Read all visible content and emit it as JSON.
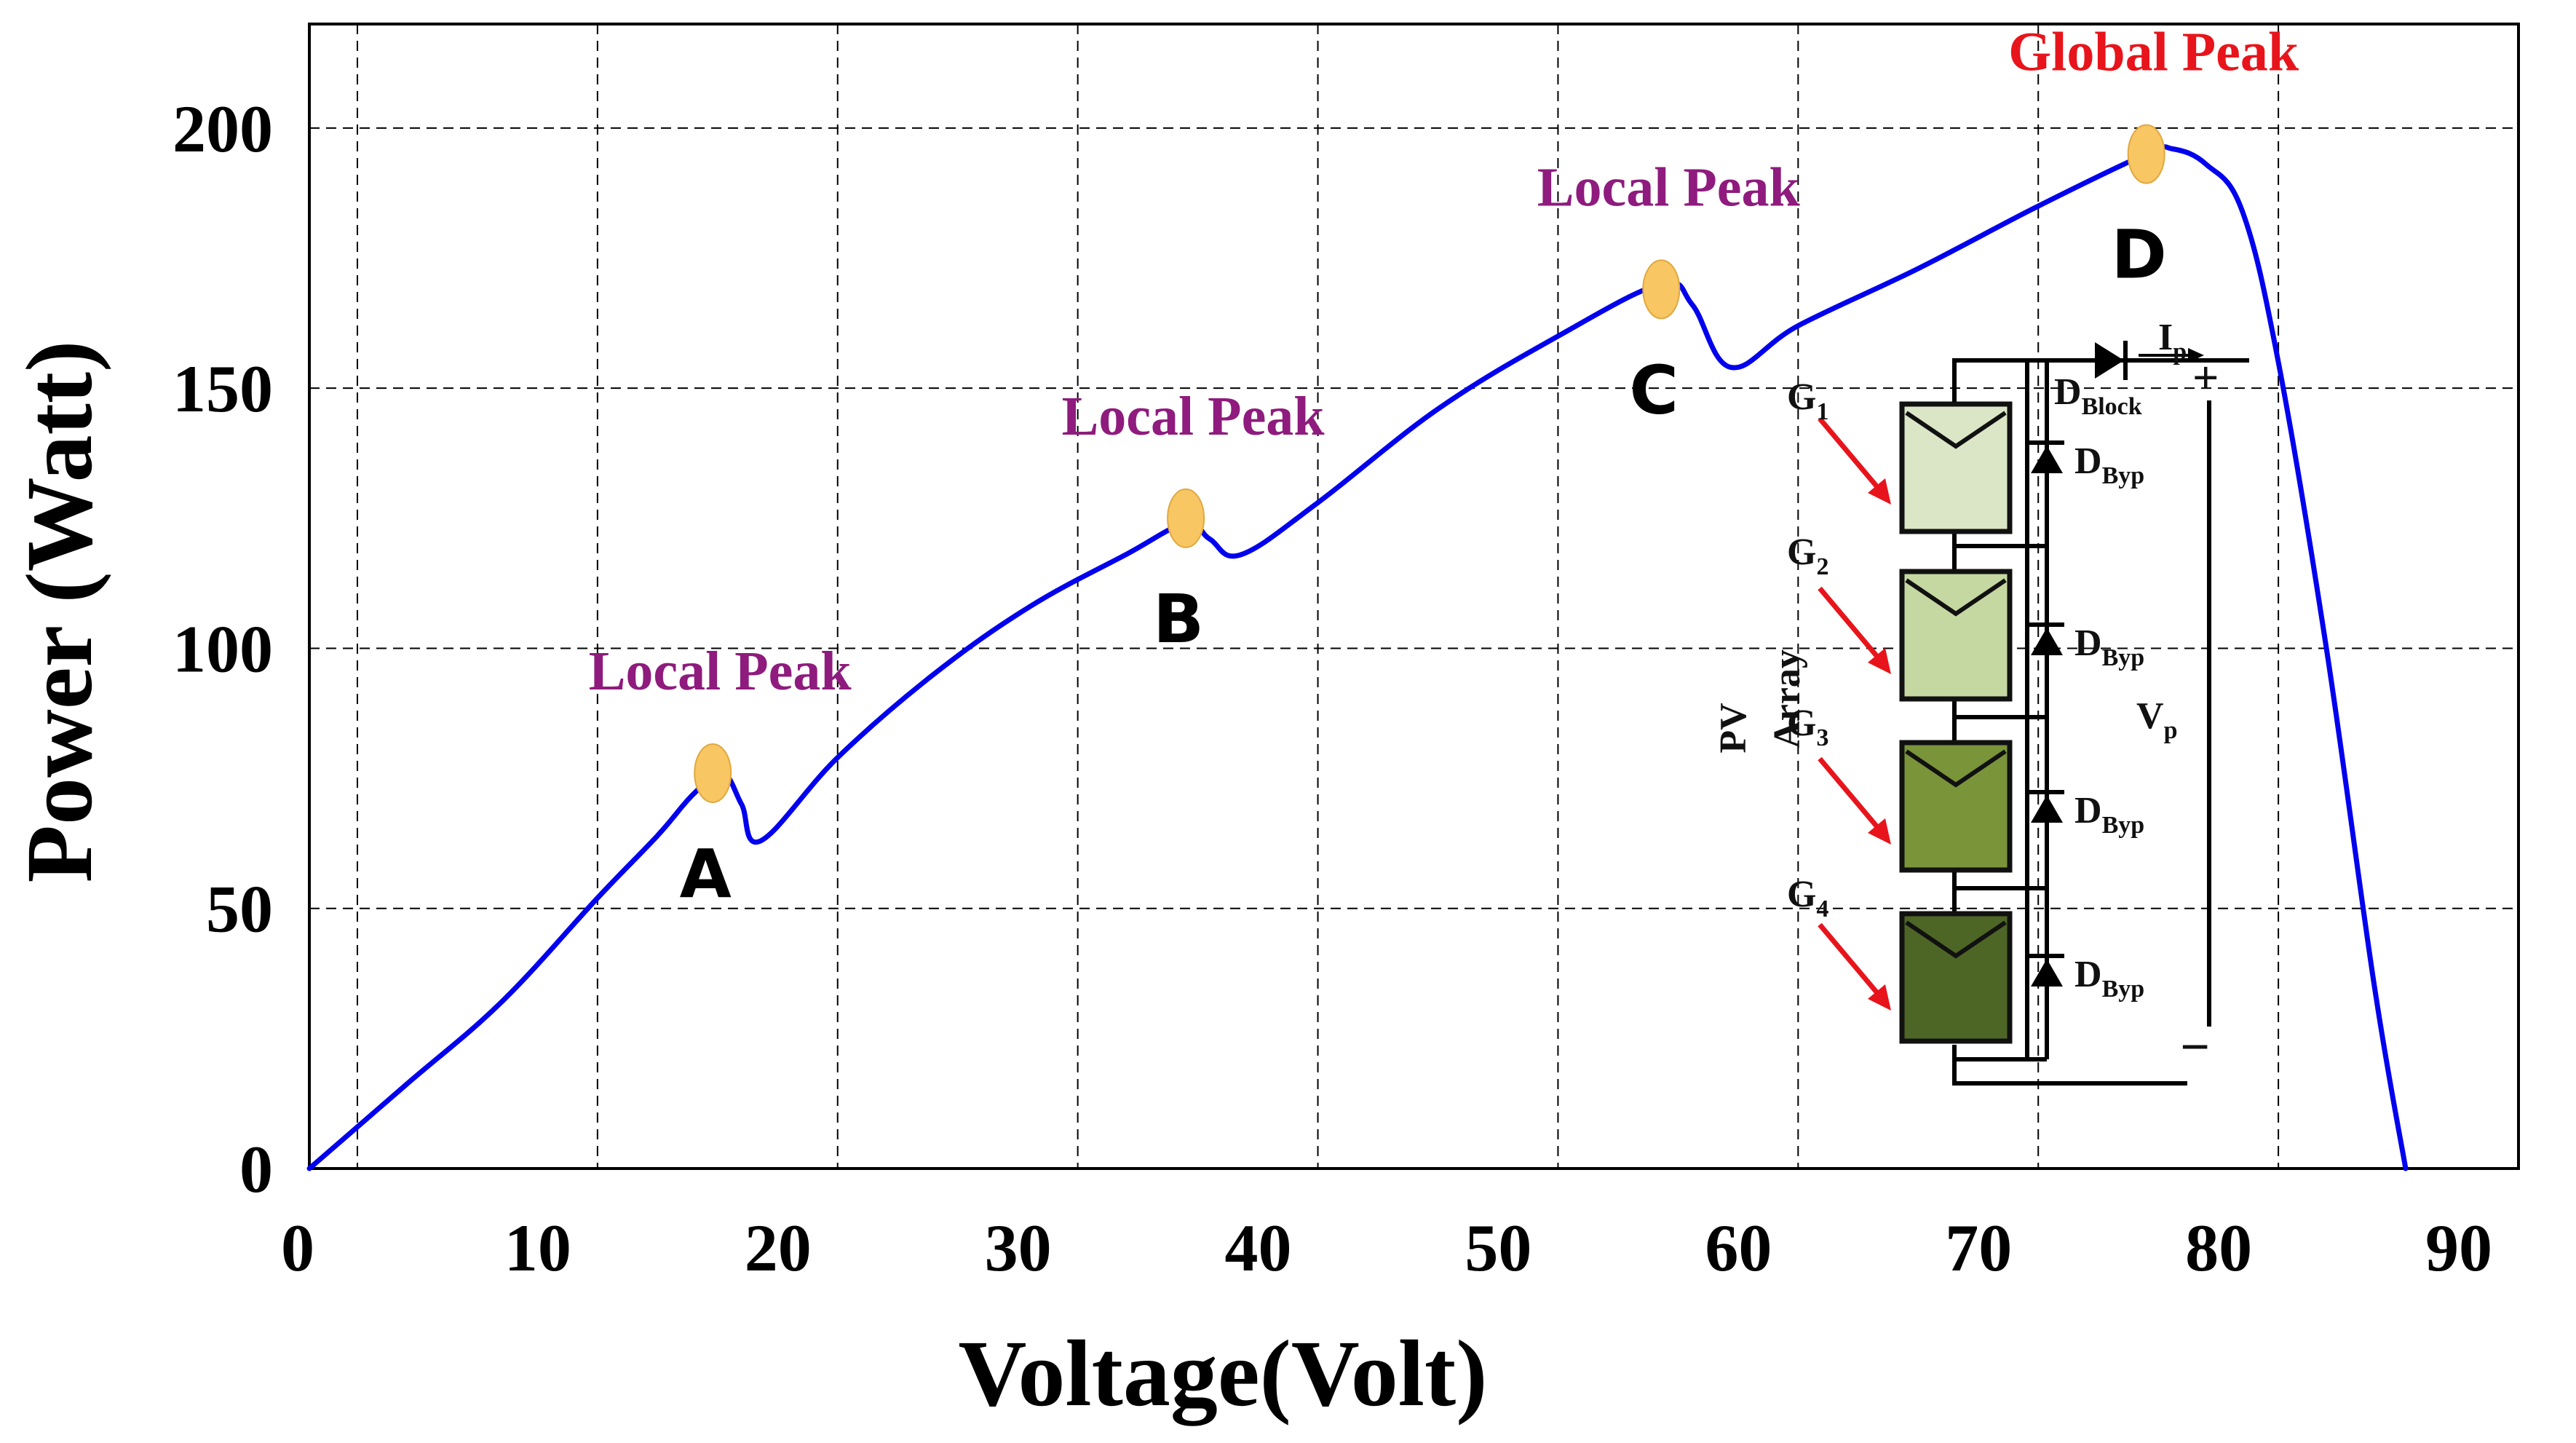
{
  "chart_data": {
    "type": "line",
    "xlabel": "Voltage(Volt)",
    "ylabel": "Power (Watt)",
    "xlim": [
      -2,
      90
    ],
    "ylim": [
      0,
      220
    ],
    "xticks": [
      0,
      10,
      20,
      30,
      40,
      50,
      60,
      70,
      80,
      90
    ],
    "yticks": [
      0,
      50,
      100,
      150,
      200
    ],
    "grid": true,
    "line_color": "#0000ee",
    "series": [
      {
        "x": [
          -2,
          2,
          6,
          10,
          12.5,
          14,
          15.2,
          16,
          16.8,
          20,
          24,
          28,
          32,
          34.5,
          35.5,
          36.8,
          40,
          45,
          50,
          54.3,
          55.6,
          57.2,
          60,
          65,
          70,
          74.5,
          75.6,
          77,
          78.5,
          80,
          82,
          84,
          85.3
        ],
        "y": [
          0,
          16,
          32,
          52,
          64,
          72,
          76,
          70,
          63,
          79,
          95,
          108,
          118,
          124,
          121,
          118,
          128,
          146,
          160,
          170,
          166,
          154,
          162,
          173,
          185,
          195,
          196,
          193,
          184,
          155,
          100,
          35,
          0
        ]
      }
    ],
    "peaks": [
      {
        "x": 14.8,
        "y": 76,
        "point": "A",
        "label": "Local Peak",
        "color": "#8e1b7d"
      },
      {
        "x": 34.5,
        "y": 125,
        "point": "B",
        "label": "Local Peak",
        "color": "#8e1b7d"
      },
      {
        "x": 54.3,
        "y": 169,
        "point": "C",
        "label": "Local Peak",
        "color": "#8e1b7d"
      },
      {
        "x": 74.5,
        "y": 195,
        "point": "D",
        "label": "Global Peak",
        "color": "#e8141b"
      }
    ],
    "marker_color": "#f8c662"
  },
  "circuit": {
    "pv_label": "PV",
    "array_label": "Array",
    "panel_labels": [
      {
        "main": "G",
        "sub": "1"
      },
      {
        "main": "G",
        "sub": "2"
      },
      {
        "main": "G",
        "sub": "3"
      },
      {
        "main": "G",
        "sub": "4"
      }
    ],
    "bypass": {
      "main": "D",
      "sub": "Byp"
    },
    "block": {
      "main": "D",
      "sub": "Block"
    },
    "current": {
      "main": "I",
      "sub": "p"
    },
    "voltage": {
      "main": "V",
      "sub": "p"
    },
    "plus": "+",
    "minus": "−",
    "panel_colors": [
      "#dbe6c6",
      "#c6d8a2",
      "#7a943a",
      "#4e6625"
    ],
    "block_color": "#4aa3c9",
    "arrow_color": "#e8141b"
  }
}
